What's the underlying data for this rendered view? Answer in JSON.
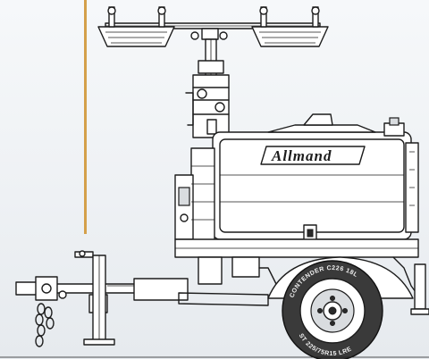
{
  "brand": {
    "logo_text": "Allmand"
  },
  "tyre": {
    "top_text": "CONTENDER C226 18L",
    "bottom_text": "ST 225/75R15 LRE"
  },
  "colors": {
    "accent_line": "#d4a04a",
    "line_art": "#1c1c1c",
    "background": "#eef1f4"
  }
}
